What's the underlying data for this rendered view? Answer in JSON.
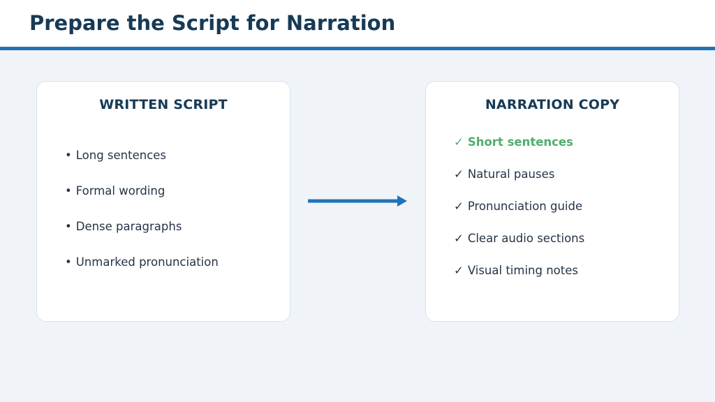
{
  "title": "Prepare the Script for Narration",
  "colors": {
    "accent": "#2272b8",
    "title": "#173a56",
    "highlight": "#4fae6b"
  },
  "written_script": {
    "heading": "WRITTEN SCRIPT",
    "bullet_icon": "bullet",
    "items": [
      {
        "mark": "•",
        "text": "Long sentences"
      },
      {
        "mark": "•",
        "text": "Formal wording"
      },
      {
        "mark": "•",
        "text": "Dense paragraphs"
      },
      {
        "mark": "•",
        "text": "Unmarked pronunciation"
      }
    ]
  },
  "narration_copy": {
    "heading": "NARRATION COPY",
    "check_icon": "checkmark",
    "items": [
      {
        "mark": "✓",
        "text": "Short sentences",
        "highlighted": true
      },
      {
        "mark": "✓",
        "text": "Natural pauses"
      },
      {
        "mark": "✓",
        "text": "Pronunciation guide"
      },
      {
        "mark": "✓",
        "text": "Clear audio sections"
      },
      {
        "mark": "✓",
        "text": "Visual timing notes"
      }
    ]
  },
  "connector_icon": "right-arrow-icon"
}
